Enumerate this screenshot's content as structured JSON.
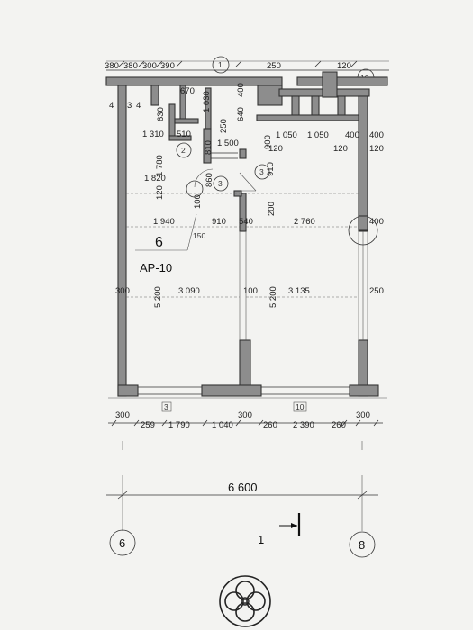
{
  "apartment": {
    "number": "6",
    "code": "AP-10",
    "area_label": "150"
  },
  "room_markers": [
    "1",
    "2",
    "3",
    "3",
    "10"
  ],
  "top_dims": [
    "380",
    "380",
    "300",
    "390",
    "250",
    "120"
  ],
  "top_left_dims": [
    "4",
    "3",
    "4"
  ],
  "interior_dims": {
    "d670": "670",
    "d630": "630",
    "d1030": "1 030",
    "d640": "640",
    "d400a": "400",
    "d250": "250",
    "d1310": "1 310",
    "d510": "510",
    "d1500": "1 500",
    "d900": "900",
    "d1050a": "1 050",
    "d1050b": "1 050",
    "d400b": "400",
    "d400c": "400",
    "d120a": "120",
    "d120b": "120",
    "d120c": "120",
    "d1780": "1 780",
    "d810": "810",
    "d910a": "910",
    "d1820": "1 820",
    "d120d": "120",
    "d100a": "100",
    "d860": "860",
    "d1940": "1 940",
    "d910b": "910",
    "d540": "540",
    "d2760": "2 760",
    "d200": "200",
    "d400d": "400",
    "d300a": "300",
    "d3090": "3 090",
    "d100b": "100",
    "d3135": "3 135",
    "d250b": "250",
    "d5200a": "5 200",
    "d5200b": "5 200"
  },
  "bottom_labels": {
    "left_box": "3",
    "right_box": "10"
  },
  "bottom_dims": [
    "300",
    "259",
    "1 790",
    "1 040",
    "300",
    "260",
    "2 390",
    "260",
    "300"
  ],
  "overall_dim": "6 600",
  "axes": [
    "6",
    "8"
  ],
  "section_mark": "1"
}
